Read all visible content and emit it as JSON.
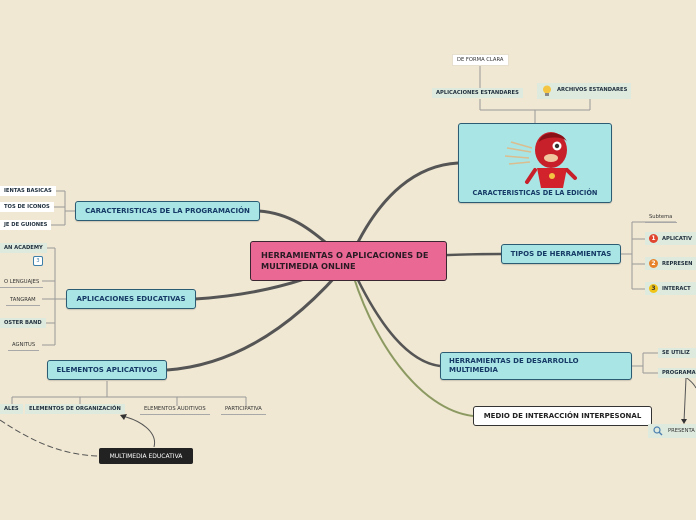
{
  "central": {
    "label": "HERRAMIENTAS O APLICACIONES DE MULTIMEDIA ONLINE"
  },
  "topics": {
    "programacion": {
      "label": "CARACTERISTICAS DE LA PROGRAMACIÓN"
    },
    "aplicaciones_educativas": {
      "label": "APLICACIONES EDUCATIVAS"
    },
    "elementos_aplicativos": {
      "label": "ELEMENTOS APLICATIVOS"
    },
    "edicion": {
      "label": "CARACTERISTICAS DE LA EDICIÓN"
    },
    "tipos": {
      "label": "TIPOS DE HERRAMIENTAS"
    },
    "desarrollo": {
      "label": "HERRAMIENTAS DE DESARROLLO MULTIMEDIA"
    },
    "interaccion": {
      "label": "MEDIO DE INTERACCIÓN INTERPESONAL"
    },
    "multimedia_educativa": {
      "label": "MULTIMEDIA EDUCATIVA"
    }
  },
  "programacion_items": [
    "IENTAS BASICAS",
    "TOS DE ICONOS",
    "JE DE GUIONES"
  ],
  "educativas_items": [
    "AN ACADEMY",
    "O LENGUAJES",
    "TANGRAM",
    "OSTER BAND",
    "AGNITUS"
  ],
  "educativas_badge": "3",
  "elementos_items": [
    "ALES",
    "ELEMENTOS DE ORGANIZACIÓN",
    "ELEMENTOS AUDITIVOS",
    "PARTICIPATIVA"
  ],
  "edicion_items": {
    "de_forma_clara": "DE FORMA CLARA",
    "aplicaciones_estandares": "APLICACIONES ESTANDARES",
    "archivos_estandares": "ARCHIVOS ESTANDARES"
  },
  "tipos_items": {
    "subtema": "Subtema",
    "numbered": [
      {
        "number": "1",
        "label": "APLICATIV",
        "color": "#e0452f"
      },
      {
        "number": "2",
        "label": "REPRESEN",
        "color": "#e8822a"
      },
      {
        "number": "3",
        "label": "INTERACT",
        "color": "#f0c419"
      }
    ]
  },
  "desarrollo_items": [
    "SE UTILIZ",
    "PROGRAMA"
  ],
  "interaccion_items": [
    "PRESENTA"
  ],
  "icons": [
    "lightbulb-icon",
    "search-icon",
    "character-illustration"
  ],
  "colors": {
    "background": "#f0e8d3",
    "central": "#ea6994",
    "topic": "#a9e5e5",
    "connector": "#555555",
    "olive_connector": "#8c9a62"
  }
}
